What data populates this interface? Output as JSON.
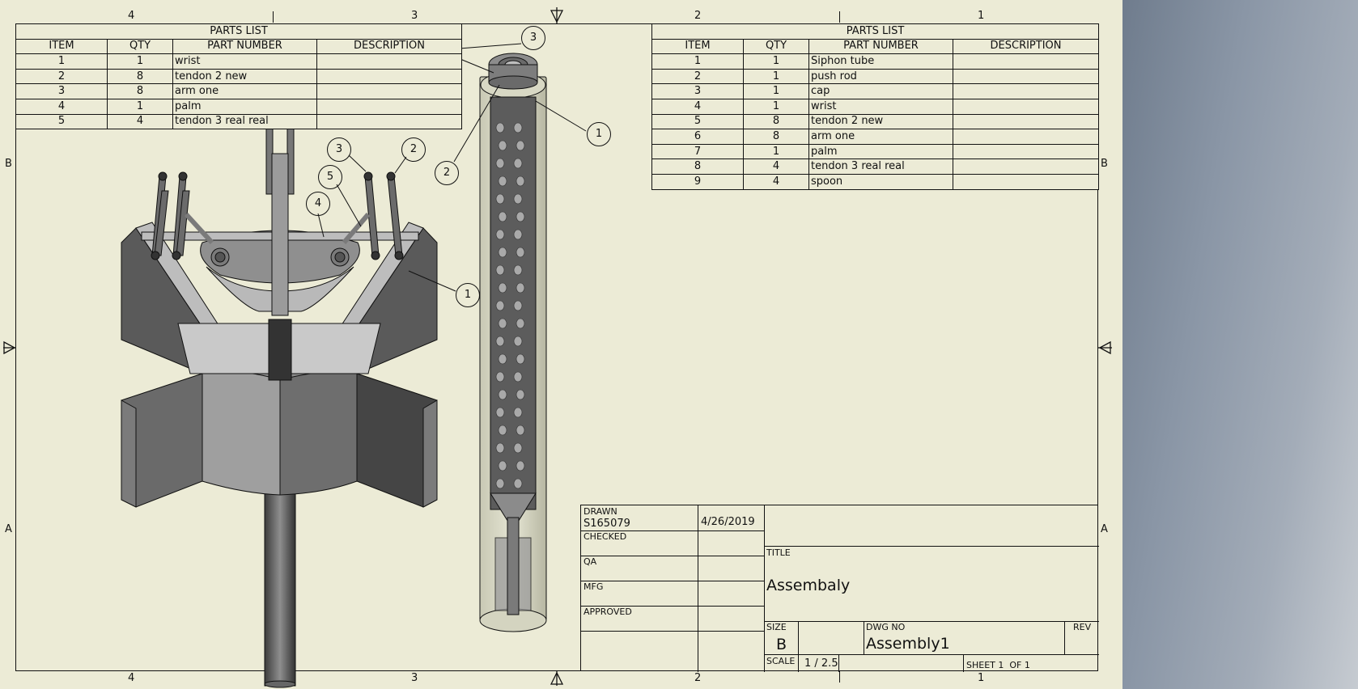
{
  "zones": {
    "columns": [
      "4",
      "3",
      "2",
      "1"
    ],
    "rows": [
      "B",
      "A"
    ]
  },
  "parts_list_left": {
    "caption": "PARTS LIST",
    "headers": [
      "ITEM",
      "QTY",
      "PART NUMBER",
      "DESCRIPTION"
    ],
    "rows": [
      [
        "1",
        "1",
        "wrist",
        ""
      ],
      [
        "2",
        "8",
        "tendon 2 new",
        ""
      ],
      [
        "3",
        "8",
        "arm one",
        ""
      ],
      [
        "4",
        "1",
        "palm",
        ""
      ],
      [
        "5",
        "4",
        "tendon 3 real real",
        ""
      ]
    ]
  },
  "parts_list_right": {
    "caption": "PARTS LIST",
    "headers": [
      "ITEM",
      "QTY",
      "PART NUMBER",
      "DESCRIPTION"
    ],
    "rows": [
      [
        "1",
        "1",
        "Siphon tube",
        ""
      ],
      [
        "2",
        "1",
        "push rod",
        ""
      ],
      [
        "3",
        "1",
        "cap",
        ""
      ],
      [
        "4",
        "1",
        "wrist",
        ""
      ],
      [
        "5",
        "8",
        "tendon 2 new",
        ""
      ],
      [
        "6",
        "8",
        "arm one",
        ""
      ],
      [
        "7",
        "1",
        "palm",
        ""
      ],
      [
        "8",
        "4",
        "tendon 3 real real",
        ""
      ],
      [
        "9",
        "4",
        "spoon",
        ""
      ]
    ]
  },
  "balloons": {
    "left_view": [
      "3",
      "2",
      "5",
      "4",
      "1"
    ],
    "tube_view": [
      "3",
      "1",
      "2"
    ]
  },
  "title_block": {
    "drawn_label": "DRAWN",
    "drawn_by": "S165079",
    "drawn_date": "4/26/2019",
    "checked_label": "CHECKED",
    "qa_label": "QA",
    "mfg_label": "MFG",
    "approved_label": "APPROVED",
    "title_label": "TITLE",
    "title": "Assembaly",
    "size_label": "SIZE",
    "size": "B",
    "dwg_no_label": "DWG NO",
    "dwg_no": "Assembly1",
    "rev_label": "REV",
    "scale_label": "SCALE",
    "scale": "1 / 2.5",
    "sheet": "SHEET 1  OF 1"
  }
}
